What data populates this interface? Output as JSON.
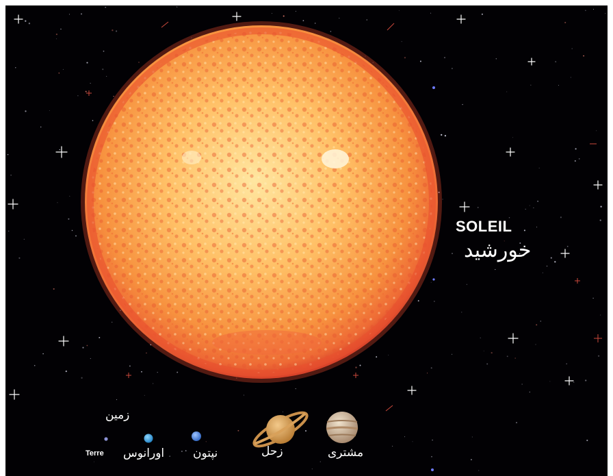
{
  "sun": {
    "label_fr": "SOLEIL",
    "label_fa": "خورشید",
    "colors": {
      "core": "#ffd07a",
      "mid": "#f58a3a",
      "rim": "#e0442c"
    }
  },
  "planets": {
    "earth": {
      "label_fa": "زمین",
      "label_fr": "Terre",
      "color": "#8c93d6"
    },
    "uranus": {
      "label_fa": "اورانوس",
      "color": "#3fa9e6"
    },
    "neptune": {
      "label_fa": "نپتون",
      "color": "#4f8ee0"
    },
    "saturn": {
      "label_fa": "زحل",
      "color": "#d9a15a"
    },
    "jupiter": {
      "label_fa": "مشتری",
      "color": "#d8c3a4"
    }
  },
  "background": {
    "space": "#020104",
    "frame": "#ffffff"
  }
}
